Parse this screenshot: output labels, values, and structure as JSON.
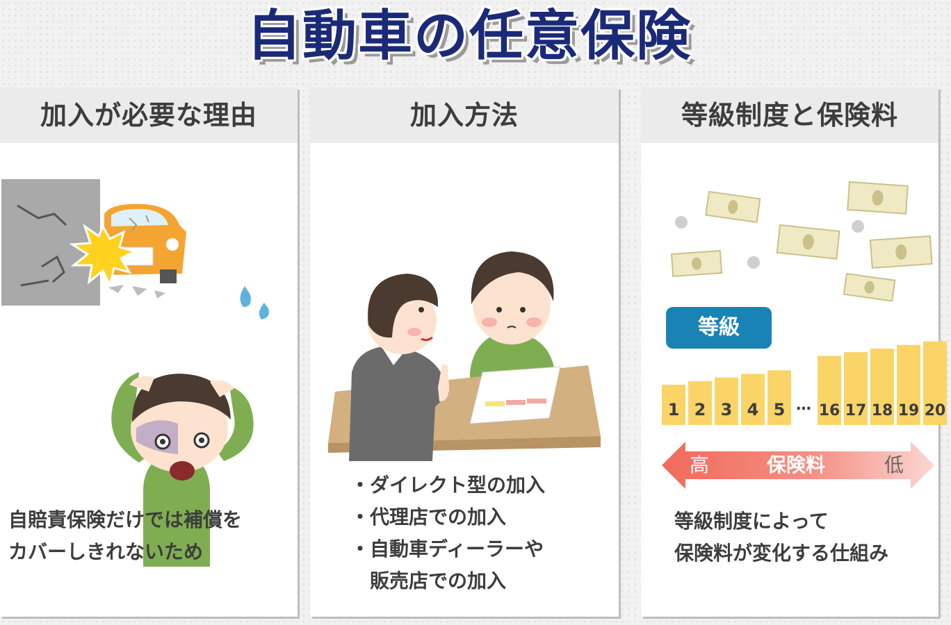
{
  "title": "自動車の任意保険",
  "panels": {
    "reason": {
      "heading": "加入が必要な理由",
      "desc": [
        "自賠責保険だけでは補償を",
        "カバーしきれないため"
      ]
    },
    "method": {
      "heading": "加入方法",
      "items": [
        "・ダイレクト型の加入",
        "・代理店での加入",
        "・自動車ディーラーや",
        "　販売店での加入"
      ]
    },
    "grade": {
      "heading": "等級制度と保険料",
      "badge": "等級",
      "levels": [
        "1",
        "2",
        "3",
        "4",
        "5",
        "…",
        "16",
        "17",
        "18",
        "19",
        "20"
      ],
      "arrow": {
        "left": "高",
        "center": "保険料",
        "right": "低"
      },
      "desc": [
        "等級制度によって",
        "保険料が変化する仕組み"
      ]
    }
  },
  "colors": {
    "title": "#1b2a78",
    "badge": "#1a83b6",
    "bar": "#fad467",
    "arrow_left": "#f16a5b",
    "arrow_right": "#fbd7d2",
    "shirt": "#7fae52",
    "hair": "#4a3a30",
    "car": "#f4a531"
  }
}
